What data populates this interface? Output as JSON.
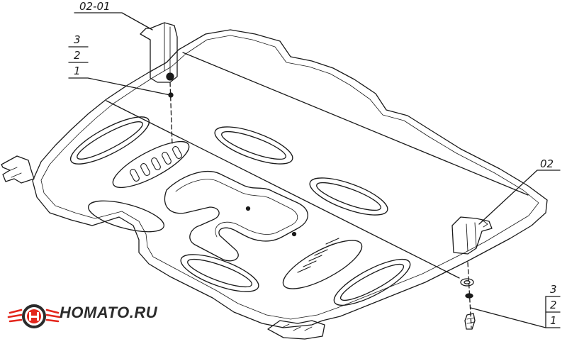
{
  "labels": {
    "top_part": "02-01",
    "right_part": "02",
    "left_stack": [
      "3",
      "2",
      "1"
    ],
    "right_stack": [
      "3",
      "2",
      "1"
    ]
  },
  "logo": {
    "text": "HOMATO.RU",
    "colors": {
      "red": "#e3261c",
      "ring": "#2b2b2b"
    }
  },
  "colors": {
    "line": "#1a1a1a",
    "background": "#ffffff"
  }
}
